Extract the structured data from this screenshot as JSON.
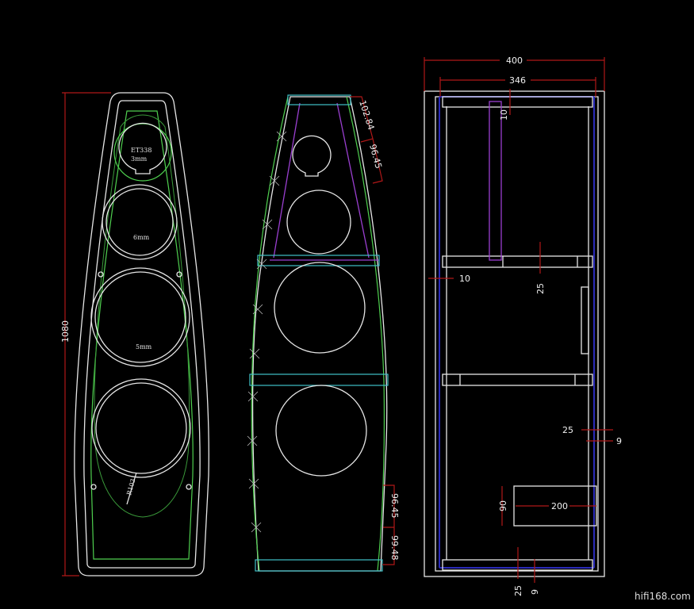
{
  "front_view": {
    "height_dim": "1080",
    "tweeter_label": "ET338",
    "tweeter_thickness": "3mm",
    "mid_thickness": "6mm",
    "midbass_thickness": "5mm",
    "radius_label": "R103"
  },
  "side_view": {
    "dims_top": [
      "102.84",
      "96.45"
    ],
    "dims_bottom": [
      "96.45",
      "99.48"
    ]
  },
  "section_view": {
    "outer_width": "400",
    "inner_width": "346",
    "top_gap": "10",
    "side_gap": "10",
    "shelf_thickness": "25",
    "wall_thickness": "25",
    "liner_thickness": "9",
    "port_height": "90",
    "port_length": "200",
    "bottom_thickness": "25",
    "bottom_liner": "9"
  },
  "watermark": "hifi168.com",
  "colors": {
    "outline": "#e6e6e6",
    "curve": "#4fd04f",
    "dimension": "#b01818",
    "liner": "#2a2ab8",
    "brace": "#9a3fd0"
  }
}
